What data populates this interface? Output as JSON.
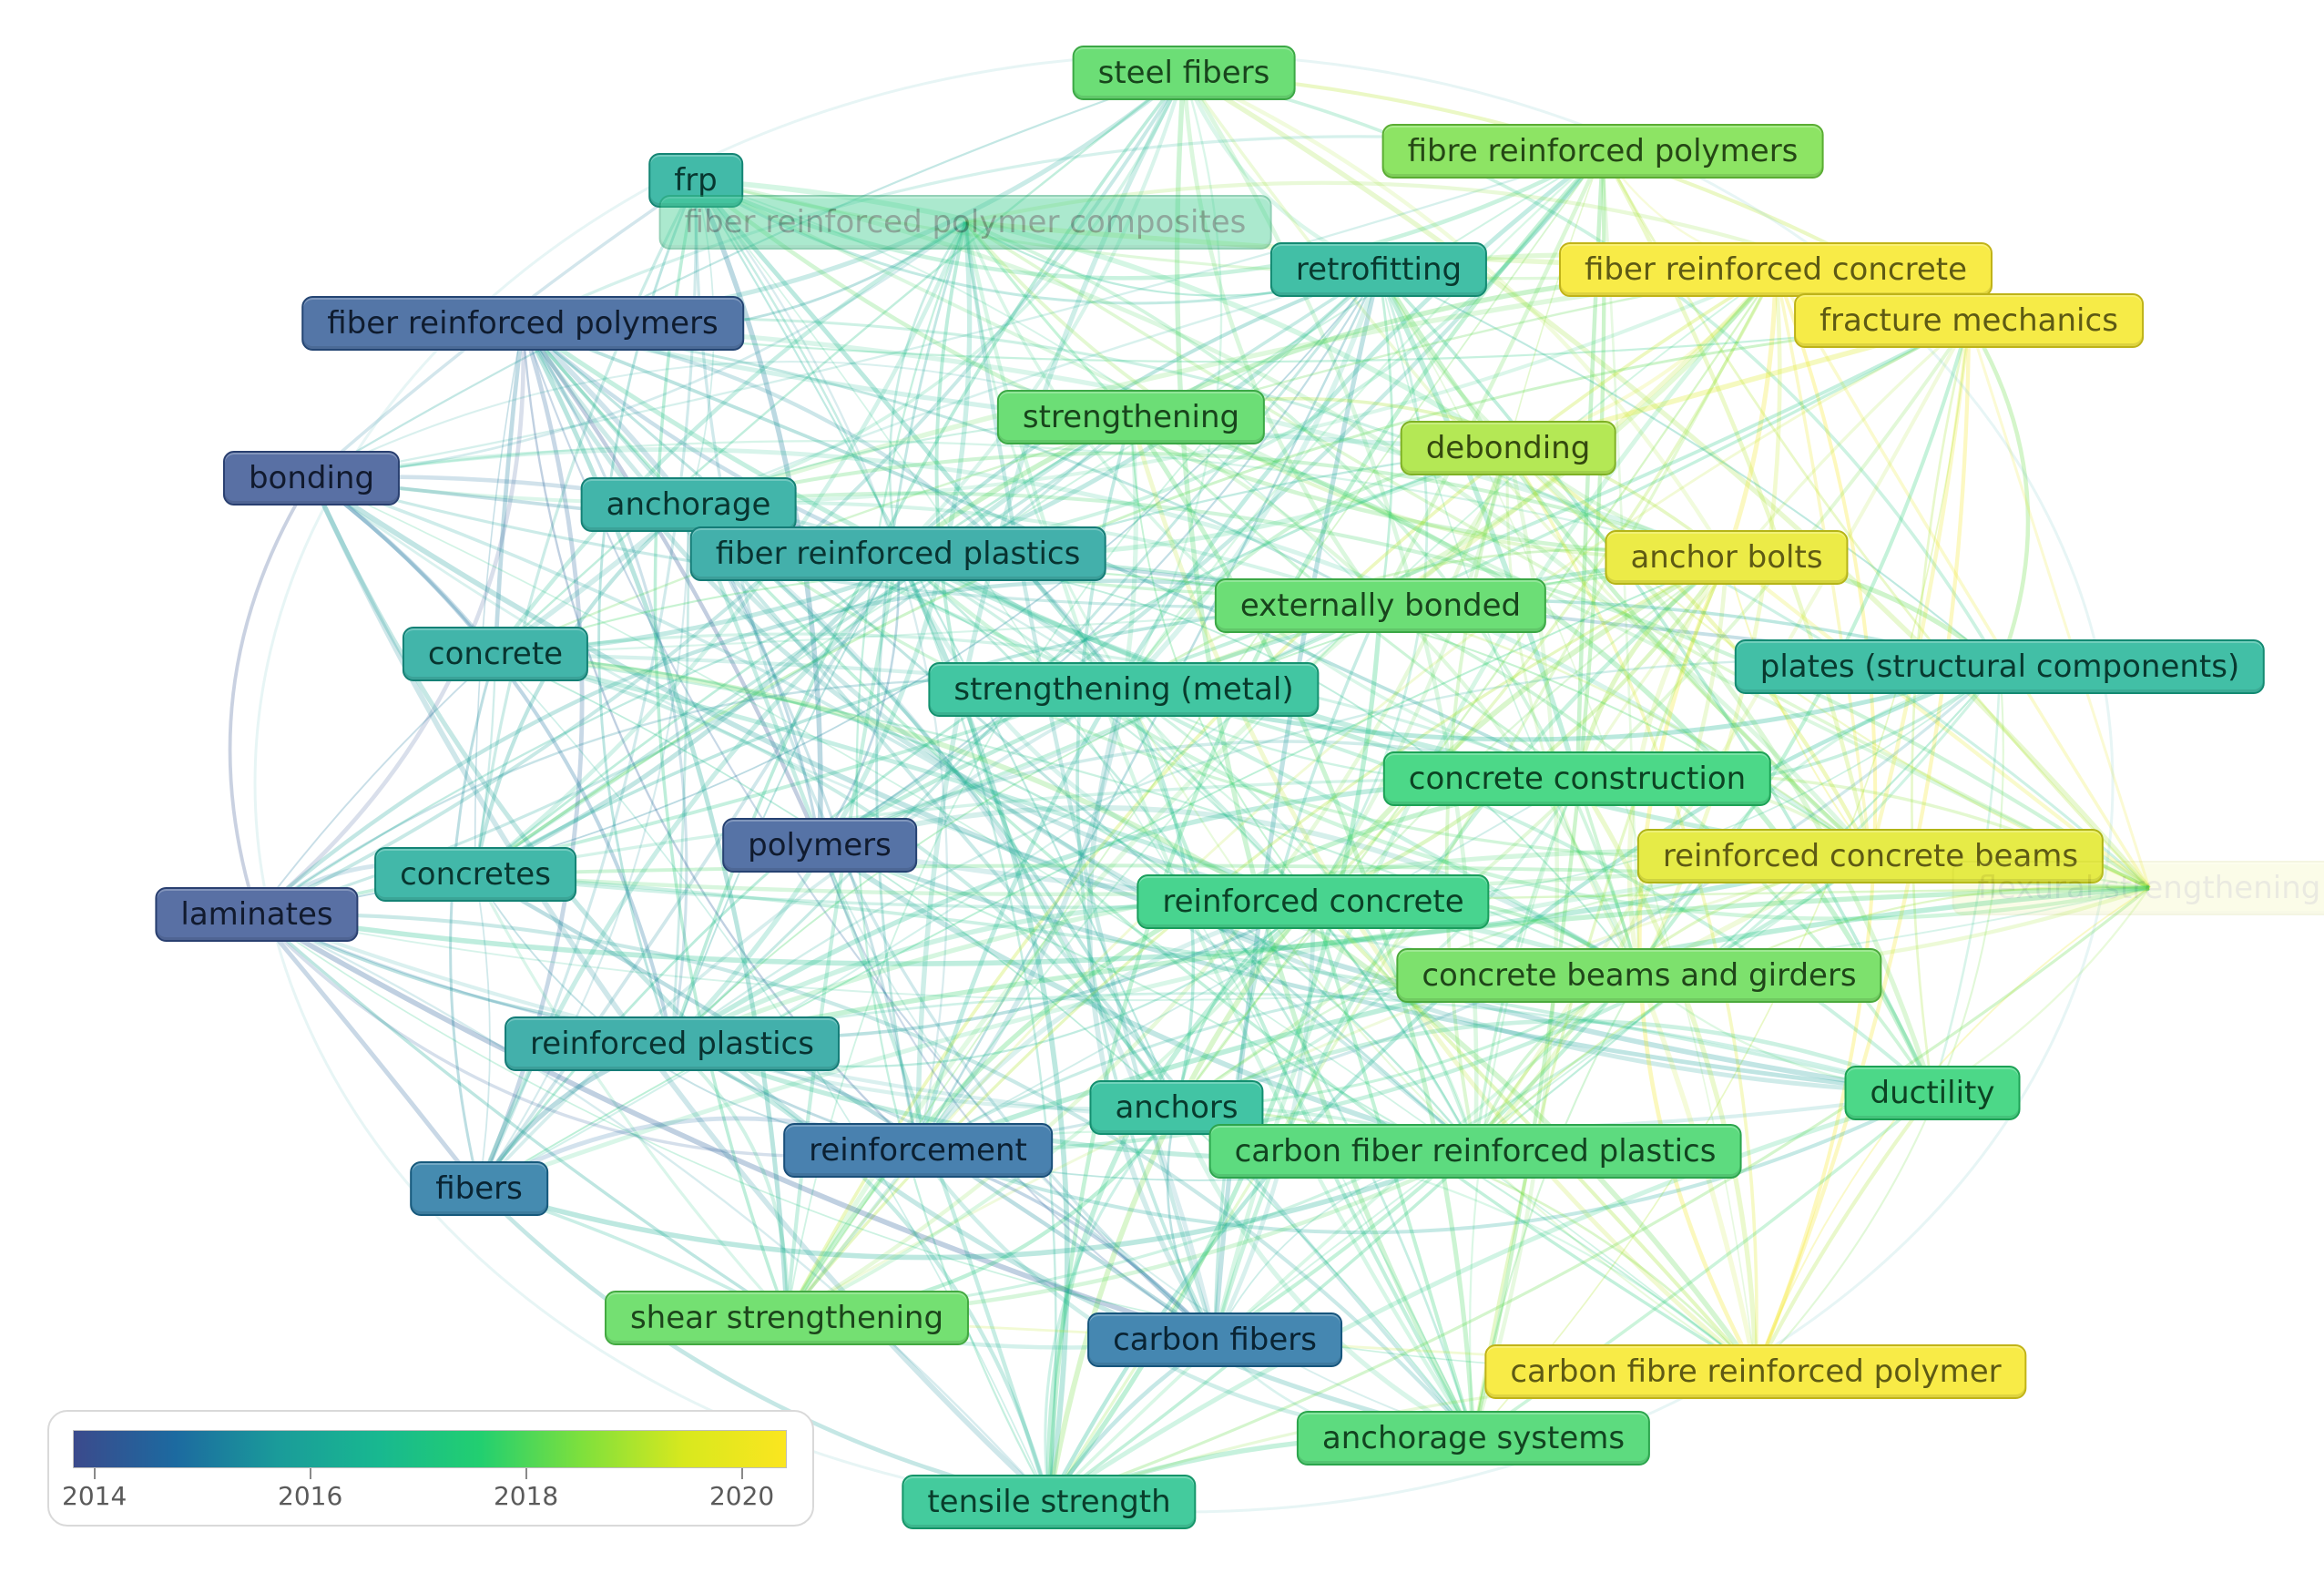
{
  "colors": {
    "c2014": "#6b5fb0",
    "c2015": "#4c78b5",
    "c2016": "#2a9cc8",
    "c2017": "#19b8a8",
    "c2018": "#22d07e",
    "c2019": "#7ee04a",
    "c2020": "#f4ec1c"
  },
  "legend": {
    "gradient": [
      "#3b4a8c",
      "#1c6aa0",
      "#1a9b9a",
      "#18b890",
      "#22cf70",
      "#7fe03c",
      "#d8e81e",
      "#fbe61f"
    ],
    "ticks": [
      {
        "label": "2014",
        "value": 2014
      },
      {
        "label": "2016",
        "value": 2016
      },
      {
        "label": "2018",
        "value": 2018
      },
      {
        "label": "2020",
        "value": 2020
      }
    ],
    "min": 2013.8,
    "max": 2020.4
  },
  "nodes": [
    {
      "id": "steel-fibers",
      "label": "steel fibers",
      "year": 2018.0
    },
    {
      "id": "fibre-reinforced-polymers",
      "label": "fibre reinforced polymers",
      "year": 2018.4
    },
    {
      "id": "frp",
      "label": "frp",
      "year": 2016.2
    },
    {
      "id": "fiber-reinforced-polymer-composites",
      "label": "fiber reinforced polymer composites",
      "year": 2017.2,
      "faded": true
    },
    {
      "id": "retrofitting",
      "label": "retrofitting",
      "year": 2016.4
    },
    {
      "id": "fiber-reinforced-concrete",
      "label": "fiber reinforced concrete",
      "year": 2020.3
    },
    {
      "id": "fracture-mechanics",
      "label": "fracture mechanics",
      "year": 2020.2
    },
    {
      "id": "fiber-reinforced-polymers",
      "label": "fiber reinforced polymers",
      "year": 2014.2
    },
    {
      "id": "strengthening",
      "label": "strengthening",
      "year": 2018.0
    },
    {
      "id": "debonding",
      "label": "debonding",
      "year": 2018.9
    },
    {
      "id": "bonding",
      "label": "bonding",
      "year": 2014.0
    },
    {
      "id": "anchorage",
      "label": "anchorage",
      "year": 2016.0
    },
    {
      "id": "fiber-reinforced-plastics",
      "label": "fiber reinforced plastics",
      "year": 2015.8
    },
    {
      "id": "anchor-bolts",
      "label": "anchor bolts",
      "year": 2019.9
    },
    {
      "id": "externally-bonded",
      "label": "externally bonded",
      "year": 2018.0
    },
    {
      "id": "concrete",
      "label": "concrete",
      "year": 2016.0
    },
    {
      "id": "plates-structural-components",
      "label": "plates (structural components)",
      "year": 2016.4
    },
    {
      "id": "strengthening-metal",
      "label": "strengthening (metal)",
      "year": 2016.7
    },
    {
      "id": "concrete-construction",
      "label": "concrete construction",
      "year": 2017.6
    },
    {
      "id": "polymers",
      "label": "polymers",
      "year": 2014.1
    },
    {
      "id": "reinforced-concrete-beams",
      "label": "reinforced concrete beams",
      "year": 2019.7
    },
    {
      "id": "concretes",
      "label": "concretes",
      "year": 2016.1
    },
    {
      "id": "reinforced-concrete",
      "label": "reinforced concrete",
      "year": 2017.4
    },
    {
      "id": "laminates",
      "label": "laminates",
      "year": 2014.0
    },
    {
      "id": "flexural-strengthening",
      "label": "flexural strengthening",
      "year": 2019.6,
      "ghost": true
    },
    {
      "id": "concrete-beams-and-girders",
      "label": "concrete beams and girders",
      "year": 2018.2
    },
    {
      "id": "reinforced-plastics",
      "label": "reinforced plastics",
      "year": 2015.8
    },
    {
      "id": "ductility",
      "label": "ductility",
      "year": 2017.6
    },
    {
      "id": "anchors",
      "label": "anchors",
      "year": 2016.6
    },
    {
      "id": "carbon-fiber-reinforced-plastics",
      "label": "carbon fiber reinforced plastics",
      "year": 2017.8
    },
    {
      "id": "reinforcement",
      "label": "reinforcement",
      "year": 2014.6
    },
    {
      "id": "fibers",
      "label": "fibers",
      "year": 2014.9
    },
    {
      "id": "shear-strengthening",
      "label": "shear strengthening",
      "year": 2018.1
    },
    {
      "id": "carbon-fibers",
      "label": "carbon fibers",
      "year": 2014.8
    },
    {
      "id": "carbon-fibre-reinforced-polymer",
      "label": "carbon fibre reinforced polymer",
      "year": 2020.3
    },
    {
      "id": "anchorage-systems",
      "label": "anchorage systems",
      "year": 2017.8
    },
    {
      "id": "tensile-strength",
      "label": "tensile strength",
      "year": 2016.9
    }
  ]
}
